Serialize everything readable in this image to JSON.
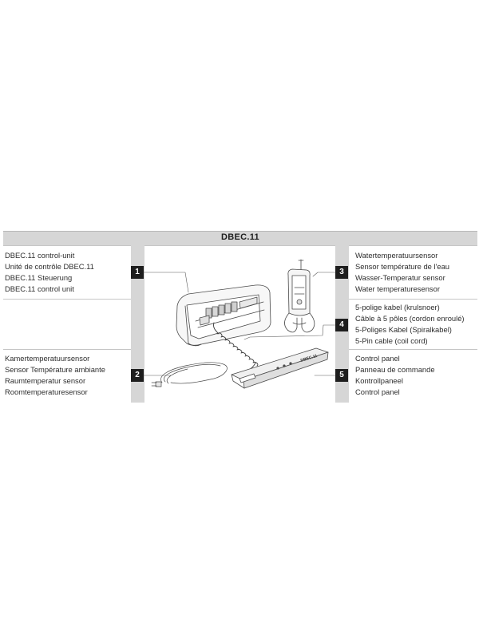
{
  "title": "DBEC.11",
  "callouts": [
    {
      "number": "1",
      "lines": [
        "DBEC.11 control-unit",
        "Unité de contrôle DBEC.11",
        "DBEC.11 Steuerung",
        "DBEC.11 control unit"
      ]
    },
    {
      "number": "2",
      "lines": [
        "Kamertemperatuursensor",
        "Sensor Température ambiante",
        "Raumtemperatur sensor",
        "Roomtemperaturesensor"
      ]
    },
    {
      "number": "3",
      "lines": [
        "Watertemperatuursensor",
        "Sensor température de l'eau",
        "Wasser-Temperatur sensor",
        "Water temperaturesensor"
      ]
    },
    {
      "number": "4",
      "lines": [
        "5-polige kabel (krulsnoer)",
        "Câble à 5 pôles (cordon enroulé)",
        "5-Poliges Kabel (Spiralkabel)",
        "5-Pin cable (coil cord)"
      ]
    },
    {
      "number": "5",
      "lines": [
        "Control panel",
        "Panneau de commande",
        "Kontrollpaneel",
        "Control panel"
      ]
    }
  ],
  "panel_print": "DBEC.11",
  "icons": [
    "control-unit-illustration",
    "room-sensor-illustration",
    "water-sensor-illustration",
    "coil-cord-illustration",
    "control-panel-illustration"
  ]
}
